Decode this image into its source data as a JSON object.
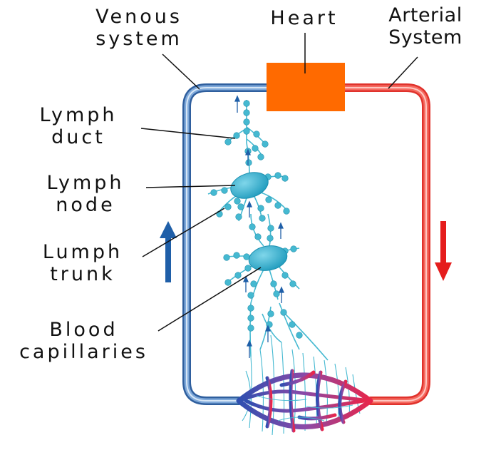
{
  "labels": {
    "venous_line1": "Venous",
    "venous_line2": "system",
    "heart": "Heart",
    "arterial_line1": "Arterial",
    "arterial_line2": "System",
    "lymph_duct_line1": "Lymph",
    "lymph_duct_line2": "duct",
    "lymph_node_line1": "Lymph",
    "lymph_node_line2": "node",
    "lumph_trunk_line1": "Lumph",
    "lumph_trunk_line2": "trunk",
    "blood_cap_line1": "Blood",
    "blood_cap_line2": "capillaries"
  },
  "colors": {
    "venous": "#5b8fc9",
    "venous_dark": "#2f5f9e",
    "arterial": "#ef4d43",
    "arterial_light": "#ffb3ac",
    "heart": "#ff6a00",
    "lymph": "#45b9d1",
    "node": "#2aa6c4",
    "arrow_up": "#1f5fa8",
    "arrow_down": "#e51d1d",
    "capillary_mid": "#8a4aa8"
  }
}
